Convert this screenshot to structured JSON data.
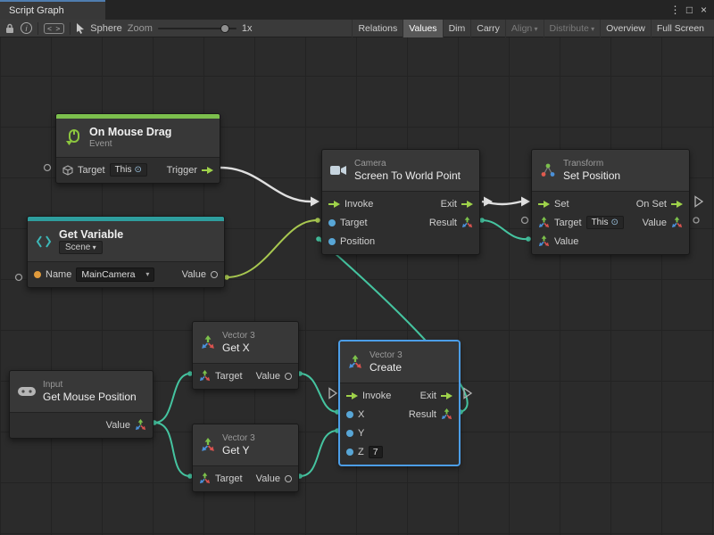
{
  "window": {
    "tab_title": "Script Graph",
    "icons": {
      "menu": "⋮",
      "maximize": "□",
      "close": "×"
    }
  },
  "toolbar": {
    "object_name": "Sphere",
    "zoom_label": "Zoom",
    "zoom_value": "1x",
    "buttons": [
      "Relations",
      "Values",
      "Dim",
      "Carry",
      "Align",
      "Distribute",
      "Overview",
      "Full Screen"
    ],
    "active_button": "Values",
    "disabled_buttons": [
      "Align",
      "Distribute"
    ]
  },
  "graph": {
    "nodes": {
      "on_mouse_drag": {
        "title": "On Mouse Drag",
        "subtitle": "Event",
        "target_label": "Target",
        "target_value": "This",
        "trigger_label": "Trigger"
      },
      "get_variable": {
        "title": "Get Variable",
        "scope": "Scene",
        "name_label": "Name",
        "name_value": "MainCamera",
        "value_label": "Value"
      },
      "screen_to_world_point": {
        "category": "Camera",
        "title": "Screen To World Point",
        "invoke_label": "Invoke",
        "exit_label": "Exit",
        "target_label": "Target",
        "result_label": "Result",
        "position_label": "Position"
      },
      "set_position": {
        "category": "Transform",
        "title": "Set Position",
        "set_label": "Set",
        "on_set_label": "On Set",
        "target_label": "Target",
        "target_value": "This",
        "value_out_label": "Value",
        "value_in_label": "Value"
      },
      "get_x": {
        "category": "Vector 3",
        "title": "Get X",
        "target_label": "Target",
        "value_label": "Value"
      },
      "get_y": {
        "category": "Vector 3",
        "title": "Get Y",
        "target_label": "Target",
        "value_label": "Value"
      },
      "get_mouse_position": {
        "category": "Input",
        "title": "Get Mouse Position",
        "value_label": "Value"
      },
      "create": {
        "category": "Vector 3",
        "title": "Create",
        "invoke_label": "Invoke",
        "exit_label": "Exit",
        "x_label": "X",
        "y_label": "Y",
        "z_label": "Z",
        "z_value": "7",
        "result_label": "Result"
      }
    },
    "colors": {
      "selection": "#4C9EE8",
      "event_accent": "#7CBF4D",
      "variable_accent": "#2E9E9E",
      "flow_wire": "#E0E0E0",
      "object_wire": "#A8C850",
      "vector_wire": "#45C4A0",
      "port_blue": "#58A6D6",
      "port_orange": "#E09A3C"
    }
  }
}
